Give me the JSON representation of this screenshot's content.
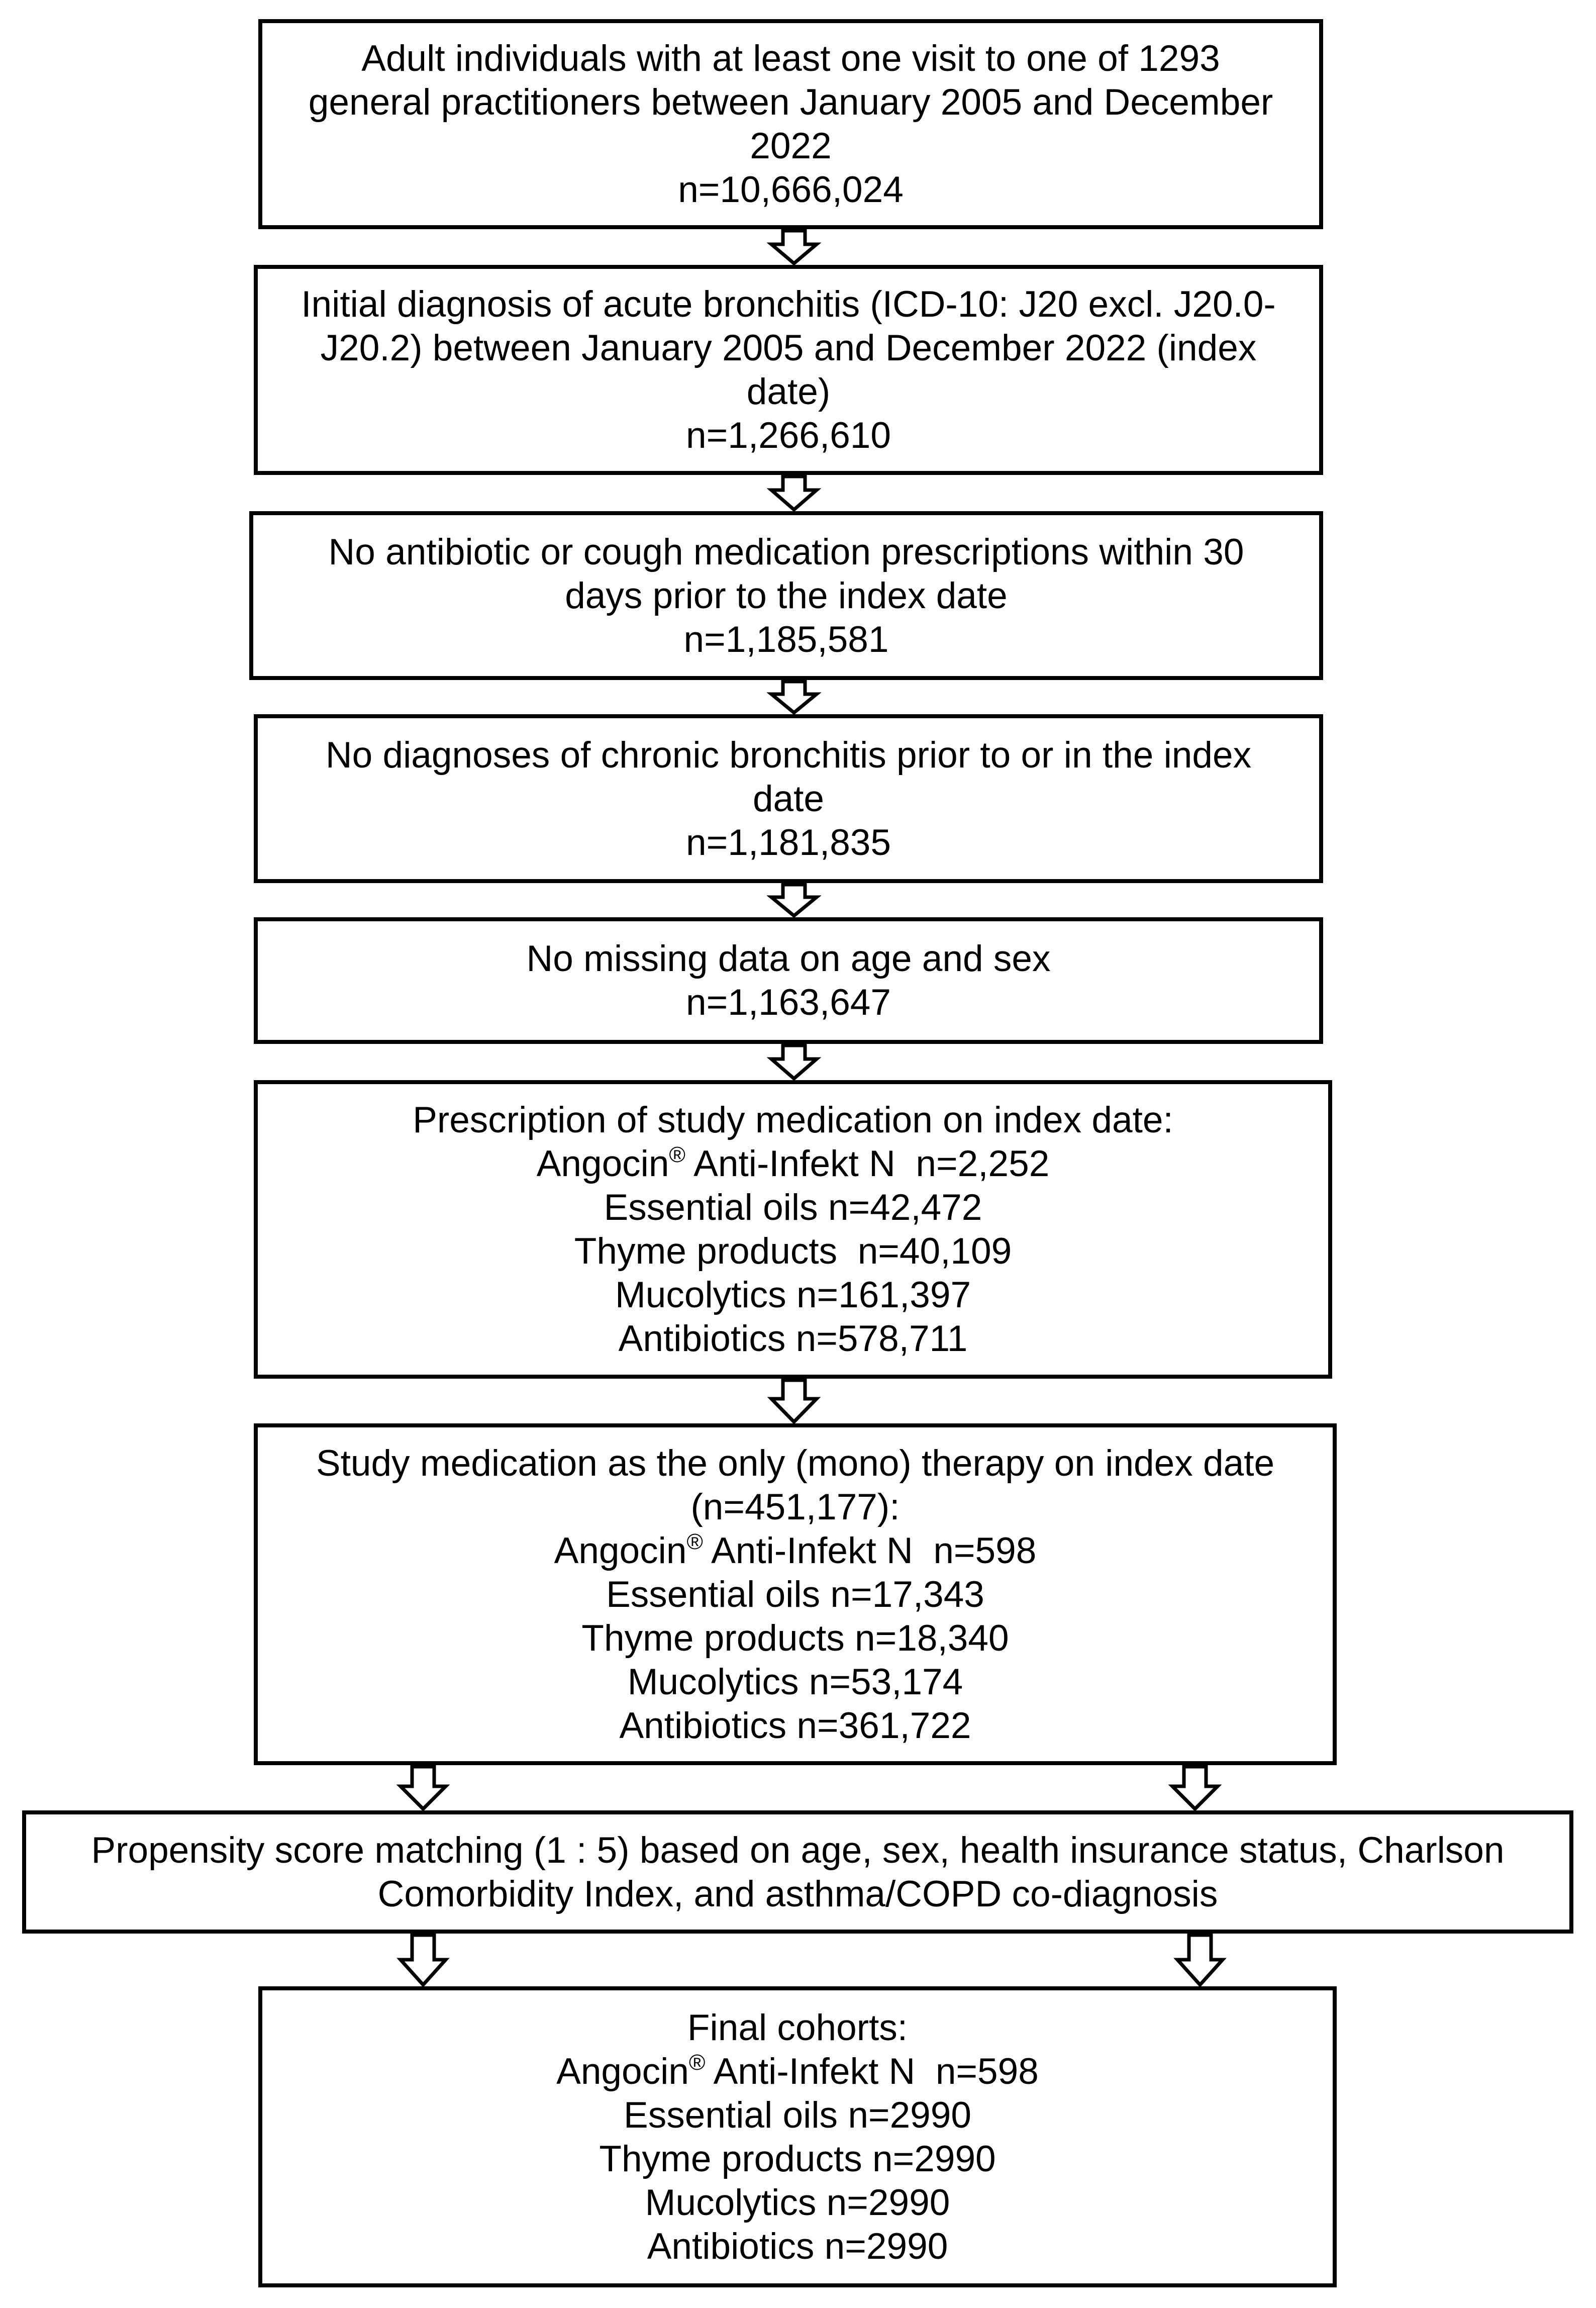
{
  "boxes": {
    "b1": {
      "lines": [
        "Adult individuals with at least one visit to one of 1293",
        "general practitioners between January 2005 and December",
        "2022",
        "n=10,666,024"
      ]
    },
    "b2": {
      "lines": [
        "Initial diagnosis of acute bronchitis (ICD-10: J20  excl. J20.0-",
        "J20.2) between January 2005 and December 2022 (index",
        "date)",
        "n=1,266,610"
      ]
    },
    "b3": {
      "lines": [
        "No antibiotic or cough medication prescriptions within 30",
        "days prior to the index date",
        "n=1,185,581"
      ]
    },
    "b4": {
      "lines": [
        "No diagnoses of chronic bronchitis prior to or in the index",
        "date",
        "n=1,181,835"
      ]
    },
    "b5": {
      "lines": [
        "No missing data on age and sex",
        "n=1,163,647"
      ]
    },
    "b6": {
      "heading": "Prescription of study medication on index date:",
      "angocin_name": "Angocin",
      "registered_mark": "®",
      "angocin_rest": " Anti-Infekt N  n=2,252",
      "items": [
        "Essential oils n=42,472",
        "Thyme products  n=40,109",
        "Mucolytics n=161,397",
        "Antibiotics n=578,711"
      ]
    },
    "b7": {
      "heading1": "Study medication as the only (mono) therapy on index date",
      "heading2": "(n=451,177):",
      "angocin_name": "Angocin",
      "registered_mark": "®",
      "angocin_rest": " Anti-Infekt N  n=598",
      "items": [
        "Essential oils n=17,343",
        "Thyme products n=18,340",
        "Mucolytics n=53,174",
        "Antibiotics n=361,722"
      ]
    },
    "b8": {
      "lines": [
        "Propensity score matching (1 : 5) based on age, sex, health insurance status, Charlson",
        "Comorbidity Index, and asthma/COPD co-diagnosis"
      ]
    },
    "b9": {
      "heading": "Final cohorts:",
      "angocin_name": "Angocin",
      "registered_mark": "®",
      "angocin_rest": " Anti-Infekt N  n=598",
      "items": [
        "Essential oils n=2990",
        "Thyme products n=2990",
        "Mucolytics n=2990",
        "Antibiotics n=2990"
      ]
    }
  },
  "colors": {
    "stroke": "#000000",
    "fill": "#ffffff"
  }
}
